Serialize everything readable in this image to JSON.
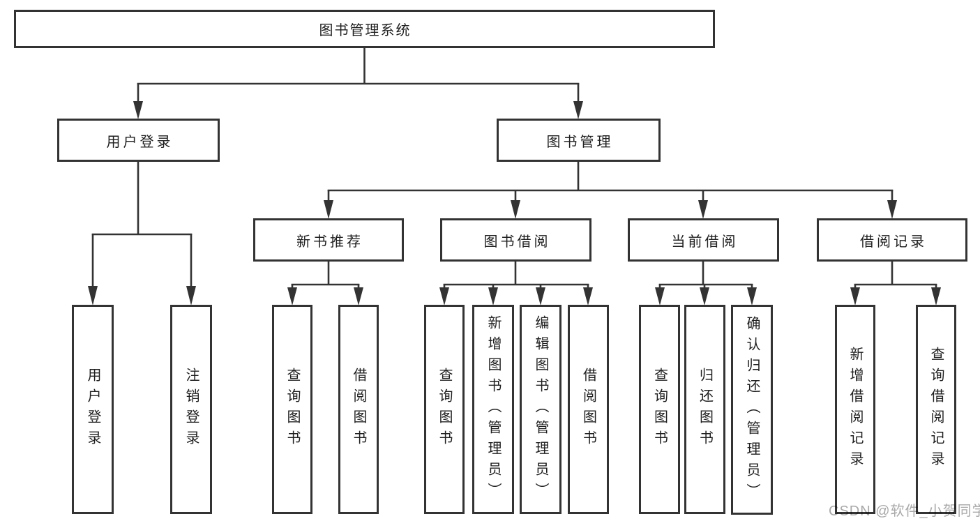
{
  "root": {
    "label": "图书管理系统"
  },
  "branches": [
    {
      "label": "用户登录",
      "leaves": [
        {
          "label": "用户登录"
        },
        {
          "label": "注销登录"
        }
      ]
    },
    {
      "label": "图书管理",
      "groups": [
        {
          "label": "新书推荐",
          "leaves": [
            {
              "label": "查询图书"
            },
            {
              "label": "借阅图书"
            }
          ]
        },
        {
          "label": "图书借阅",
          "leaves": [
            {
              "label": "查询图书"
            },
            {
              "label": "新增图书（管理员）"
            },
            {
              "label": "编辑图书（管理员）"
            },
            {
              "label": "借阅图书"
            }
          ]
        },
        {
          "label": "当前借阅",
          "leaves": [
            {
              "label": "查询图书"
            },
            {
              "label": "归还图书"
            },
            {
              "label": "确认归还（管理员）"
            }
          ]
        },
        {
          "label": "借阅记录",
          "leaves": [
            {
              "label": "新增借阅记录"
            },
            {
              "label": "查询借阅记录"
            }
          ]
        }
      ]
    }
  ],
  "watermark": {
    "text": "CSDN @软件_小贺同学"
  },
  "colors": {
    "line": "#333333",
    "text": "#1f1f1f",
    "background": "#ffffff",
    "watermark": "#a9a9a9"
  }
}
